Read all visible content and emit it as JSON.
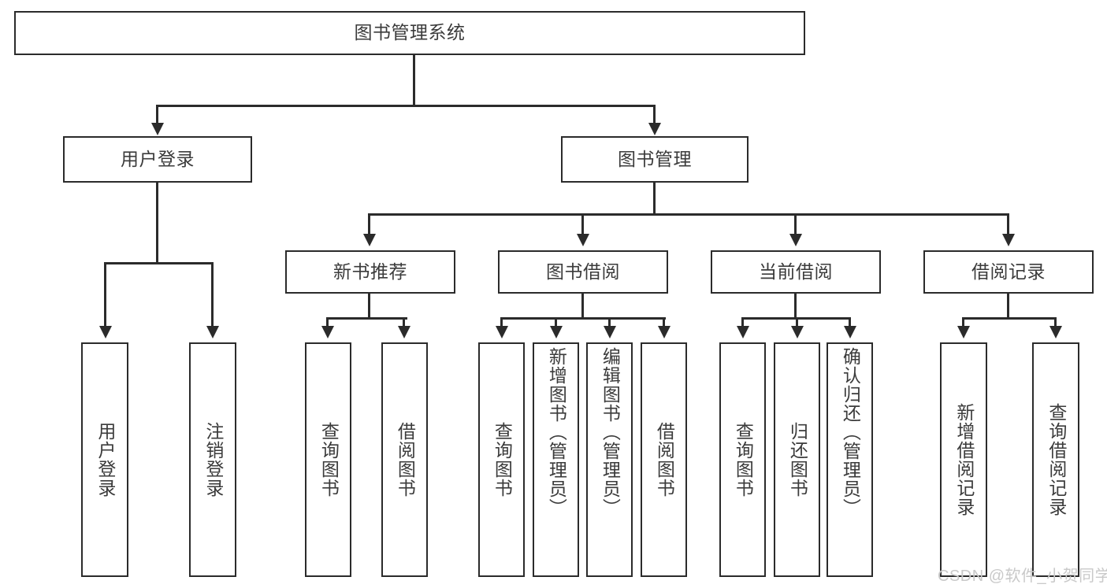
{
  "diagram": {
    "type": "tree-hierarchy-chart",
    "title": "图书管理系统",
    "watermark": "CSDN @软件_小贺同学",
    "colors": {
      "stroke": "#2b2b2b",
      "text": "#3b3b3b",
      "background": "#ffffff",
      "watermark": "#c9c9c9"
    },
    "levels": {
      "root": {
        "label": "图书管理系统"
      },
      "level2": [
        {
          "id": "user-login",
          "label": "用户登录"
        },
        {
          "id": "book-management",
          "label": "图书管理"
        }
      ],
      "level3": [
        {
          "id": "new-book-recommend",
          "label": "新书推荐"
        },
        {
          "id": "book-borrow",
          "label": "图书借阅"
        },
        {
          "id": "current-borrow",
          "label": "当前借阅"
        },
        {
          "id": "borrow-record",
          "label": "借阅记录"
        }
      ],
      "leaves": {
        "user-login": [
          {
            "id": "leaf-user-login",
            "label": "用户登录"
          },
          {
            "id": "leaf-logout",
            "label": "注销登录"
          }
        ],
        "new-book-recommend": [
          {
            "id": "leaf-query-book-1",
            "label": "查询图书"
          },
          {
            "id": "leaf-borrow-book-1",
            "label": "借阅图书"
          }
        ],
        "book-borrow": [
          {
            "id": "leaf-query-book-2",
            "label": "查询图书"
          },
          {
            "id": "leaf-add-book",
            "label": "新增图书（管理员）"
          },
          {
            "id": "leaf-edit-book",
            "label": "编辑图书（管理员）"
          },
          {
            "id": "leaf-borrow-book-2",
            "label": "借阅图书"
          }
        ],
        "current-borrow": [
          {
            "id": "leaf-query-book-3",
            "label": "查询图书"
          },
          {
            "id": "leaf-return-book",
            "label": "归还图书"
          },
          {
            "id": "leaf-confirm-return",
            "label": "确认归还（管理员）"
          }
        ],
        "borrow-record": [
          {
            "id": "leaf-add-record",
            "label": "新增借阅记录"
          },
          {
            "id": "leaf-query-record",
            "label": "查询借阅记录"
          }
        ]
      }
    }
  }
}
